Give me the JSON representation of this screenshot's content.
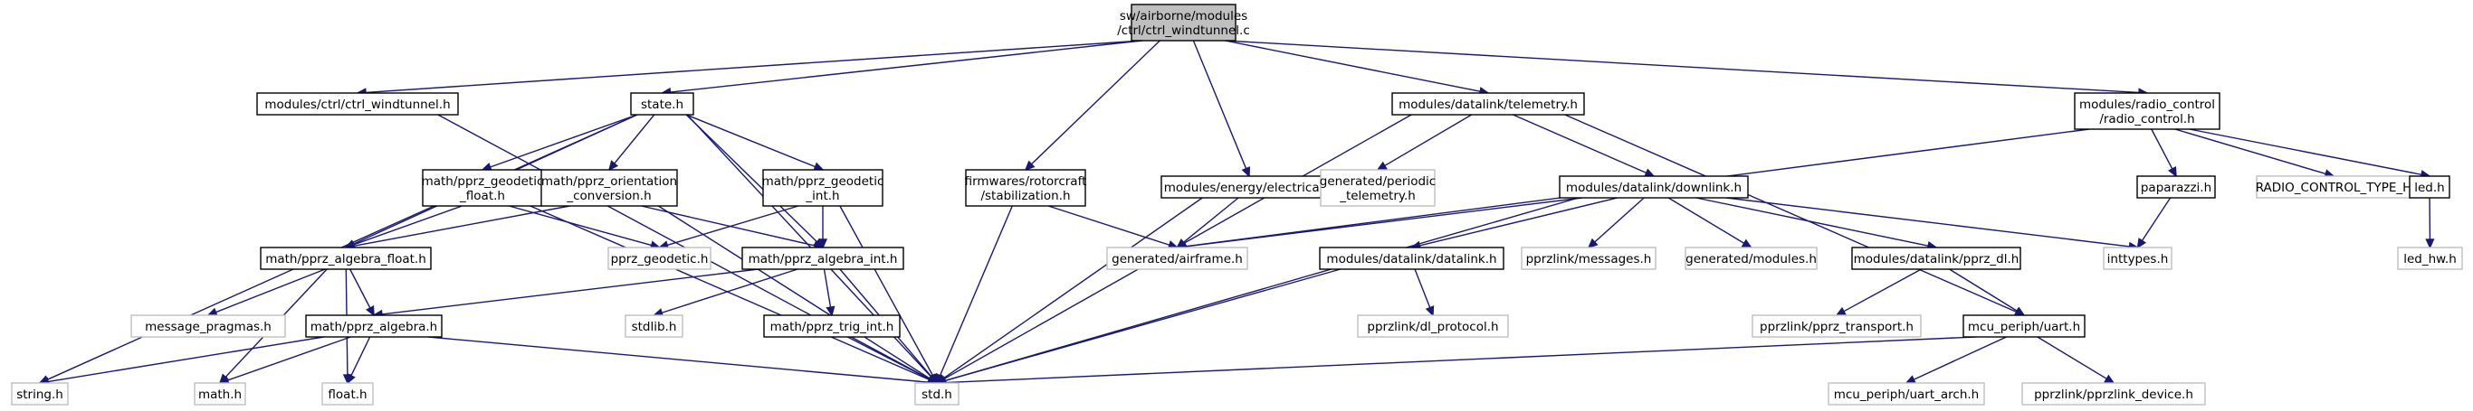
{
  "colors": {
    "edge": "#191970",
    "root_fill": "#bfbfbf",
    "root_border": "#000000",
    "node_border": "#000000",
    "leaf_border": "#bfbfbf",
    "text": "#000000"
  },
  "nodes": [
    {
      "id": "root",
      "lines": [
        "sw/airborne/modules",
        "/ctrl/ctrl_windtunnel.c"
      ],
      "kind": "root"
    },
    {
      "id": "ctrl_windtunnel_h",
      "lines": [
        "modules/ctrl/ctrl_windtunnel.h"
      ],
      "kind": "file"
    },
    {
      "id": "state_h",
      "lines": [
        "state.h"
      ],
      "kind": "file"
    },
    {
      "id": "stabilization_h",
      "lines": [
        "firmwares/rotorcraft",
        "/stabilization.h"
      ],
      "kind": "file"
    },
    {
      "id": "electrical_h",
      "lines": [
        "modules/energy/electrical.h"
      ],
      "kind": "file"
    },
    {
      "id": "telemetry_h",
      "lines": [
        "modules/datalink/telemetry.h"
      ],
      "kind": "file"
    },
    {
      "id": "radio_control_h",
      "lines": [
        "modules/radio_control",
        "/radio_control.h"
      ],
      "kind": "file"
    },
    {
      "id": "geodetic_float_h",
      "lines": [
        "math/pprz_geodetic",
        "_float.h"
      ],
      "kind": "file"
    },
    {
      "id": "orientation_conv_h",
      "lines": [
        "math/pprz_orientation",
        "_conversion.h"
      ],
      "kind": "file"
    },
    {
      "id": "geodetic_int_h",
      "lines": [
        "math/pprz_geodetic",
        "_int.h"
      ],
      "kind": "file"
    },
    {
      "id": "periodic_telemetry_h",
      "lines": [
        "generated/periodic",
        "_telemetry.h"
      ],
      "kind": "leaf"
    },
    {
      "id": "downlink_h",
      "lines": [
        "modules/datalink/downlink.h"
      ],
      "kind": "file"
    },
    {
      "id": "paparazzi_h",
      "lines": [
        "paparazzi.h"
      ],
      "kind": "file"
    },
    {
      "id": "rc_type_h",
      "lines": [
        "RADIO_CONTROL_TYPE_H"
      ],
      "kind": "leaf"
    },
    {
      "id": "led_h",
      "lines": [
        "led.h"
      ],
      "kind": "file"
    },
    {
      "id": "algebra_float_h",
      "lines": [
        "math/pprz_algebra_float.h"
      ],
      "kind": "file"
    },
    {
      "id": "pprz_geodetic_h",
      "lines": [
        "pprz_geodetic.h"
      ],
      "kind": "leaf"
    },
    {
      "id": "algebra_int_h",
      "lines": [
        "math/pprz_algebra_int.h"
      ],
      "kind": "file"
    },
    {
      "id": "airframe_h",
      "lines": [
        "generated/airframe.h"
      ],
      "kind": "leaf"
    },
    {
      "id": "datalink_h",
      "lines": [
        "modules/datalink/datalink.h"
      ],
      "kind": "file"
    },
    {
      "id": "messages_h",
      "lines": [
        "pprzlink/messages.h"
      ],
      "kind": "leaf"
    },
    {
      "id": "modules_h",
      "lines": [
        "generated/modules.h"
      ],
      "kind": "leaf"
    },
    {
      "id": "pprz_dl_h",
      "lines": [
        "modules/datalink/pprz_dl.h"
      ],
      "kind": "file"
    },
    {
      "id": "inttypes_h",
      "lines": [
        "inttypes.h"
      ],
      "kind": "leaf"
    },
    {
      "id": "led_hw_h",
      "lines": [
        "led_hw.h"
      ],
      "kind": "leaf"
    },
    {
      "id": "message_pragmas_h",
      "lines": [
        "message_pragmas.h"
      ],
      "kind": "leaf"
    },
    {
      "id": "algebra_h",
      "lines": [
        "math/pprz_algebra.h"
      ],
      "kind": "file"
    },
    {
      "id": "stdlib_h",
      "lines": [
        "stdlib.h"
      ],
      "kind": "leaf"
    },
    {
      "id": "trig_int_h",
      "lines": [
        "math/pprz_trig_int.h"
      ],
      "kind": "file"
    },
    {
      "id": "dl_protocol_h",
      "lines": [
        "pprzlink/dl_protocol.h"
      ],
      "kind": "leaf"
    },
    {
      "id": "pprz_transport_h",
      "lines": [
        "pprzlink/pprz_transport.h"
      ],
      "kind": "leaf"
    },
    {
      "id": "uart_h",
      "lines": [
        "mcu_periph/uart.h"
      ],
      "kind": "file"
    },
    {
      "id": "string_h",
      "lines": [
        "string.h"
      ],
      "kind": "leaf"
    },
    {
      "id": "math_h",
      "lines": [
        "math.h"
      ],
      "kind": "leaf"
    },
    {
      "id": "float_h",
      "lines": [
        "float.h"
      ],
      "kind": "leaf"
    },
    {
      "id": "std_h",
      "lines": [
        "std.h"
      ],
      "kind": "leaf"
    },
    {
      "id": "uart_arch_h",
      "lines": [
        "mcu_periph/uart_arch.h"
      ],
      "kind": "leaf"
    },
    {
      "id": "pprzlink_device_h",
      "lines": [
        "pprzlink/pprzlink_device.h"
      ],
      "kind": "leaf"
    }
  ],
  "edges": [
    [
      "root",
      "ctrl_windtunnel_h"
    ],
    [
      "root",
      "state_h"
    ],
    [
      "root",
      "stabilization_h"
    ],
    [
      "root",
      "electrical_h"
    ],
    [
      "root",
      "telemetry_h"
    ],
    [
      "root",
      "radio_control_h"
    ],
    [
      "ctrl_windtunnel_h",
      "std_h"
    ],
    [
      "state_h",
      "geodetic_float_h"
    ],
    [
      "state_h",
      "orientation_conv_h"
    ],
    [
      "state_h",
      "geodetic_int_h"
    ],
    [
      "state_h",
      "algebra_float_h"
    ],
    [
      "state_h",
      "algebra_int_h"
    ],
    [
      "state_h",
      "string_h"
    ],
    [
      "state_h",
      "std_h"
    ],
    [
      "geodetic_float_h",
      "algebra_float_h"
    ],
    [
      "geodetic_float_h",
      "pprz_geodetic_h"
    ],
    [
      "geodetic_float_h",
      "std_h"
    ],
    [
      "orientation_conv_h",
      "algebra_float_h"
    ],
    [
      "orientation_conv_h",
      "algebra_int_h"
    ],
    [
      "orientation_conv_h",
      "std_h"
    ],
    [
      "geodetic_int_h",
      "pprz_geodetic_h"
    ],
    [
      "geodetic_int_h",
      "algebra_int_h"
    ],
    [
      "geodetic_int_h",
      "std_h"
    ],
    [
      "algebra_float_h",
      "message_pragmas_h"
    ],
    [
      "algebra_float_h",
      "algebra_h"
    ],
    [
      "algebra_float_h",
      "math_h"
    ],
    [
      "algebra_float_h",
      "float_h"
    ],
    [
      "algebra_int_h",
      "algebra_h"
    ],
    [
      "algebra_int_h",
      "stdlib_h"
    ],
    [
      "algebra_int_h",
      "trig_int_h"
    ],
    [
      "algebra_int_h",
      "std_h"
    ],
    [
      "algebra_h",
      "string_h"
    ],
    [
      "algebra_h",
      "math_h"
    ],
    [
      "algebra_h",
      "float_h"
    ],
    [
      "algebra_h",
      "std_h"
    ],
    [
      "trig_int_h",
      "std_h"
    ],
    [
      "stabilization_h",
      "airframe_h"
    ],
    [
      "stabilization_h",
      "std_h"
    ],
    [
      "electrical_h",
      "airframe_h"
    ],
    [
      "electrical_h",
      "std_h"
    ],
    [
      "telemetry_h",
      "periodic_telemetry_h"
    ],
    [
      "telemetry_h",
      "downlink_h"
    ],
    [
      "telemetry_h",
      "uart_h"
    ],
    [
      "telemetry_h",
      "std_h"
    ],
    [
      "downlink_h",
      "airframe_h"
    ],
    [
      "downlink_h",
      "datalink_h"
    ],
    [
      "downlink_h",
      "messages_h"
    ],
    [
      "downlink_h",
      "modules_h"
    ],
    [
      "downlink_h",
      "pprz_dl_h"
    ],
    [
      "downlink_h",
      "inttypes_h"
    ],
    [
      "downlink_h",
      "std_h"
    ],
    [
      "datalink_h",
      "dl_protocol_h"
    ],
    [
      "datalink_h",
      "std_h"
    ],
    [
      "pprz_dl_h",
      "pprz_transport_h"
    ],
    [
      "pprz_dl_h",
      "uart_h"
    ],
    [
      "uart_h",
      "std_h"
    ],
    [
      "uart_h",
      "uart_arch_h"
    ],
    [
      "uart_h",
      "pprzlink_device_h"
    ],
    [
      "radio_control_h",
      "airframe_h"
    ],
    [
      "radio_control_h",
      "paparazzi_h"
    ],
    [
      "radio_control_h",
      "rc_type_h"
    ],
    [
      "radio_control_h",
      "led_h"
    ],
    [
      "paparazzi_h",
      "inttypes_h"
    ],
    [
      "led_h",
      "led_hw_h"
    ]
  ]
}
